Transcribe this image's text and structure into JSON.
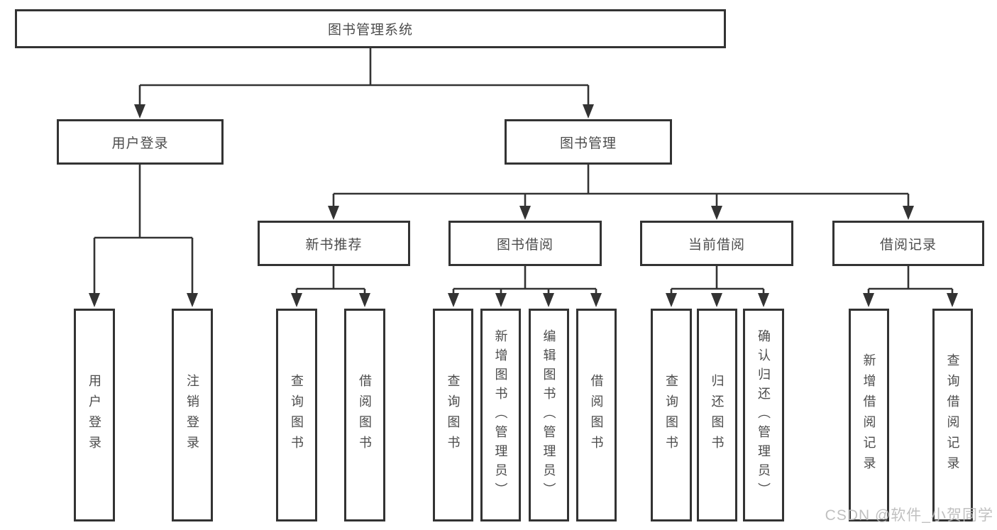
{
  "colors": {
    "line": "#333333",
    "box_border": "#333333",
    "box_fill": "#ffffff",
    "text": "#4c4c4c",
    "watermark": "#b9b9b9"
  },
  "watermark": {
    "text": "CSDN @软件_小贺同学"
  },
  "tree": {
    "root": {
      "label": "图书管理系统"
    },
    "nodes": [
      {
        "label": "用户登录",
        "children": [
          {
            "label": "用户登录"
          },
          {
            "label": "注销登录"
          }
        ]
      },
      {
        "label": "图书管理",
        "children": [
          {
            "label": "新书推荐",
            "children": [
              {
                "label": "查询图书"
              },
              {
                "label": "借阅图书"
              }
            ]
          },
          {
            "label": "图书借阅",
            "children": [
              {
                "label": "查询图书"
              },
              {
                "label": "新增图书（管理员）"
              },
              {
                "label": "编辑图书（管理员）"
              },
              {
                "label": "借阅图书"
              }
            ]
          },
          {
            "label": "当前借阅",
            "children": [
              {
                "label": "查询图书"
              },
              {
                "label": "归还图书"
              },
              {
                "label": "确认归还（管理员）"
              }
            ]
          },
          {
            "label": "借阅记录",
            "children": [
              {
                "label": "新增借阅记录"
              },
              {
                "label": "查询借阅记录"
              }
            ]
          }
        ]
      }
    ]
  }
}
